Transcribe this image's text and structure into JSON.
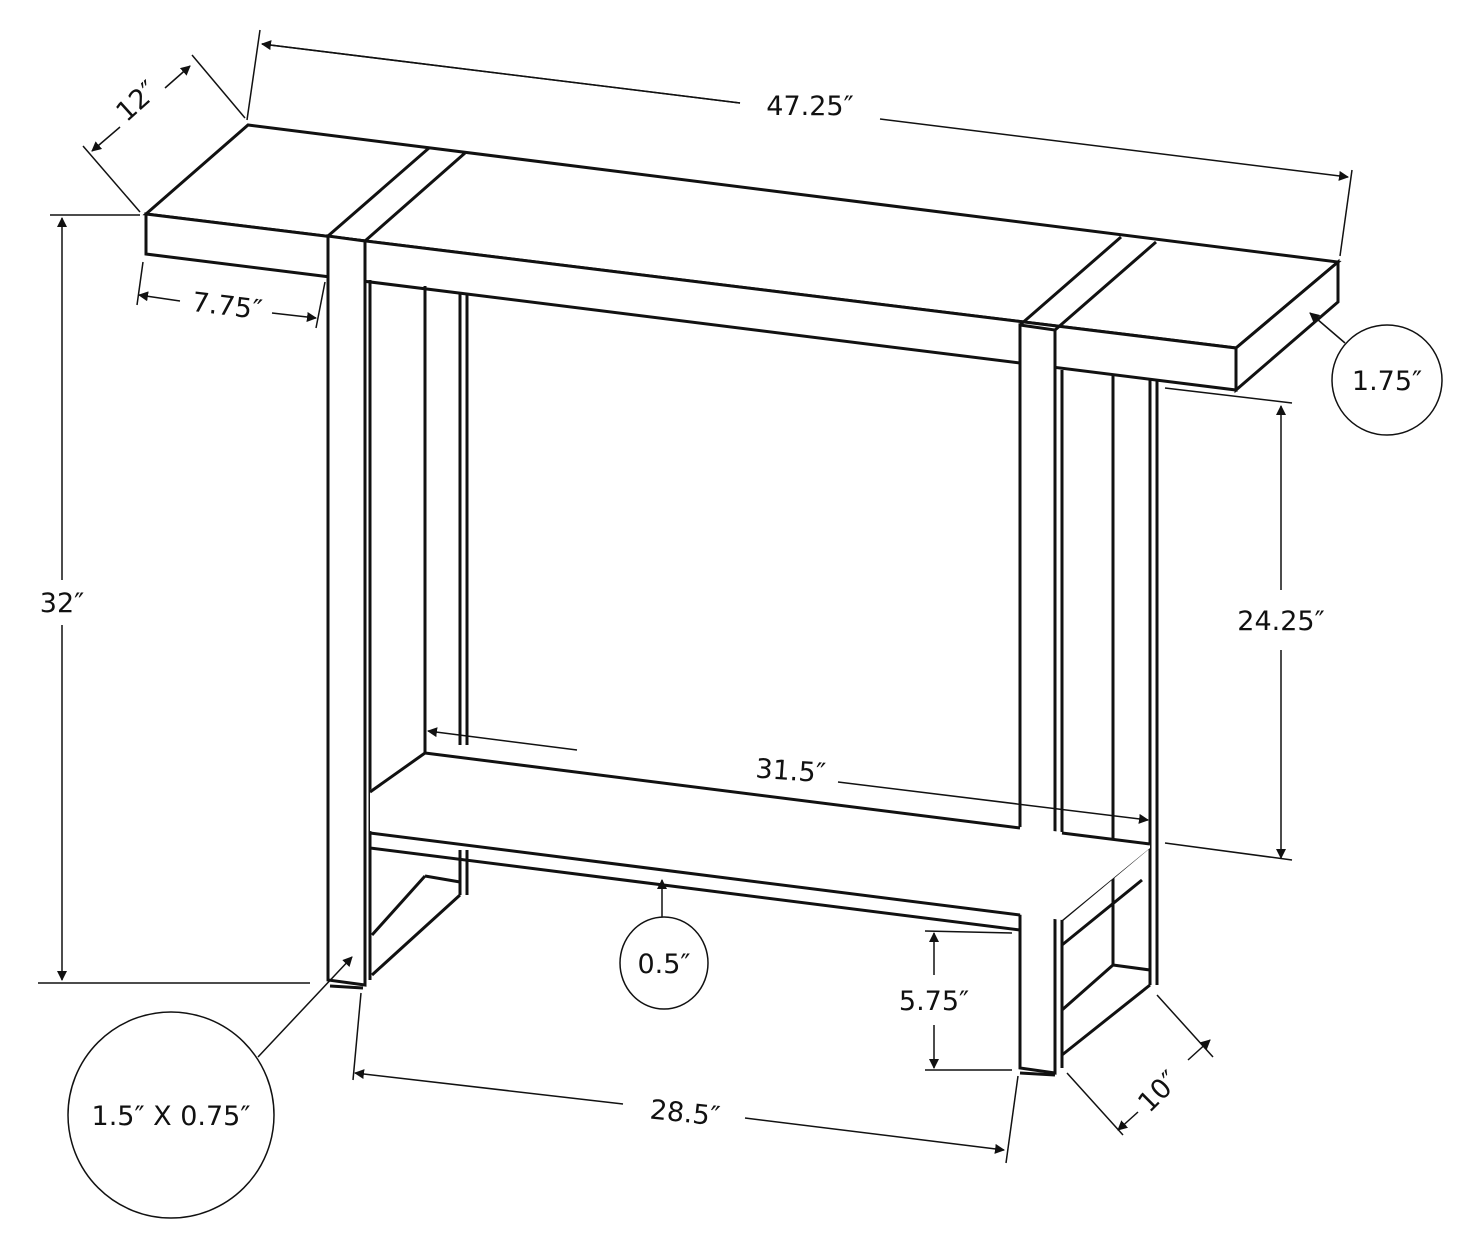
{
  "title": "Console table dimension drawing",
  "colors": {
    "line": "#111111",
    "background": "#ffffff"
  },
  "dimensions": {
    "overall_width": "47.25″",
    "depth": "12″",
    "top_overhang": "7.75″",
    "top_thickness": "1.75″",
    "overall_height": "32″",
    "shelf_clearance": "24.25″",
    "shelf_width": "31.5″",
    "shelf_thickness": "0.5″",
    "shelf_height_from_floor": "5.75″",
    "leg_span": "28.5″",
    "base_depth": "10″",
    "leg_profile": "1.5″ X 0.75″"
  }
}
